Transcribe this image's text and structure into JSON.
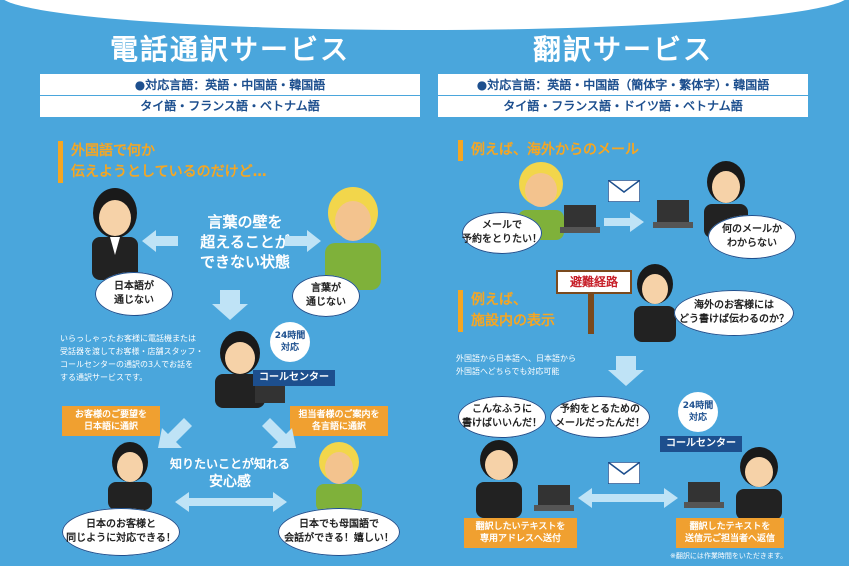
{
  "left": {
    "title": "電話通訳サービス",
    "lang_line1": "●対応言語：英語・中国語・韓国語",
    "lang_line2": "タイ語・フランス語・ベトナム語",
    "heading": [
      "外国語で何か",
      "伝えようとしているのだけど…"
    ],
    "barrier_text": [
      "言葉の壁を",
      "超えることが",
      "できない状態"
    ],
    "bubble_staff": [
      "日本語が",
      "通じない"
    ],
    "bubble_guest": [
      "言葉が",
      "通じない"
    ],
    "description": [
      "いらっしゃったお客様に電話機または",
      "受話器を渡してお客様・店舗スタッフ・",
      "コールセンターの通訳の3人でお話を",
      "する通訳サービスです。"
    ],
    "badge": [
      "24時間",
      "対応"
    ],
    "callcenter": "コールセンター",
    "tag_left": [
      "お客様のご要望を",
      "日本語に通訳"
    ],
    "tag_right": [
      "担当者様のご案内を",
      "各言語に通訳"
    ],
    "relief_text": [
      "知りたいことが知れる",
      "安心感"
    ],
    "bubble_bottom_left": [
      "日本のお客様と",
      "同じように対応できる！"
    ],
    "bubble_bottom_right": [
      "日本でも母国語で",
      "会話ができる！嬉しい！"
    ]
  },
  "right": {
    "title": "翻訳サービス",
    "lang_line1": "●対応言語：英語・中国語（簡体字・繁体字）・韓国語",
    "lang_line2": "タイ語・フランス語・ドイツ語・ベトナム語",
    "heading1": "例えば、海外からのメール",
    "bubble_mail_sender": [
      "メールで",
      "予約をとりたい！"
    ],
    "bubble_mail_receiver": [
      "何のメールか",
      "わからない"
    ],
    "sign": "避難経路",
    "heading2": [
      "例えば、",
      "施設内の表示"
    ],
    "bubble_sign": [
      "海外のお客様には",
      "どう書けば伝わるのか？"
    ],
    "note_translate": [
      "外国語から日本語へ、日本語から",
      "外国語へどちらでも対応可能"
    ],
    "bubble_thought1": [
      "こんなふうに",
      "書けばいいんだ！"
    ],
    "bubble_thought2": [
      "予約をとるための",
      "メールだったんだ！"
    ],
    "badge": [
      "24時間",
      "対応"
    ],
    "callcenter": "コールセンター",
    "tag_left": [
      "翻訳したいテキストを",
      "専用アドレスへ送付"
    ],
    "tag_right": [
      "翻訳したテキストを",
      "送信元ご担当者へ返信"
    ],
    "footnote": "※翻訳には作業時間をいただきます。"
  },
  "colors": {
    "background": "#4aa6dc",
    "accent_orange": "#f5a623",
    "navy": "#1d4f8e",
    "sign_red": "#c7202a"
  },
  "icons": [
    "person-illustration-icon",
    "envelope-icon",
    "laptop-icon",
    "arrow-icon",
    "headset-icon"
  ]
}
